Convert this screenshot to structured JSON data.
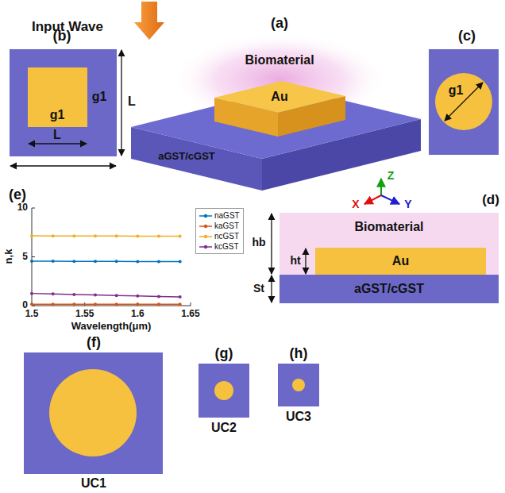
{
  "diagram": {
    "nodes": [
      {
        "text": [
          "Biomaterial"
        ]
      },
      {
        "text": [
          "Au"
        ],
        "in": 0
      },
      {
        "text": [
          "aGST/cGST"
        ]
      }
    ],
    "labels": [
      "Input Wave",
      "(a)",
      "Biomaterial",
      "Au",
      "aGST/cGST",
      "Z",
      "X",
      "Y",
      "(b)",
      "g1",
      "g1",
      "L",
      "L",
      "(c)",
      "g1",
      "(e)",
      "10",
      "5",
      "0",
      "1.5",
      "1.55",
      "1.6",
      "1.65",
      "Wavelength(μm)",
      "n,k",
      "(d)",
      "hb",
      "ht",
      "St",
      "(f)",
      "(g)",
      "(h)",
      "UC1",
      "UC2",
      "UC3"
    ],
    "legend": [
      {
        "text": "naGST"
      },
      {
        "text": "kaGST"
      },
      {
        "text": "ncGST"
      },
      {
        "text": "kcGST"
      }
    ]
  }
}
